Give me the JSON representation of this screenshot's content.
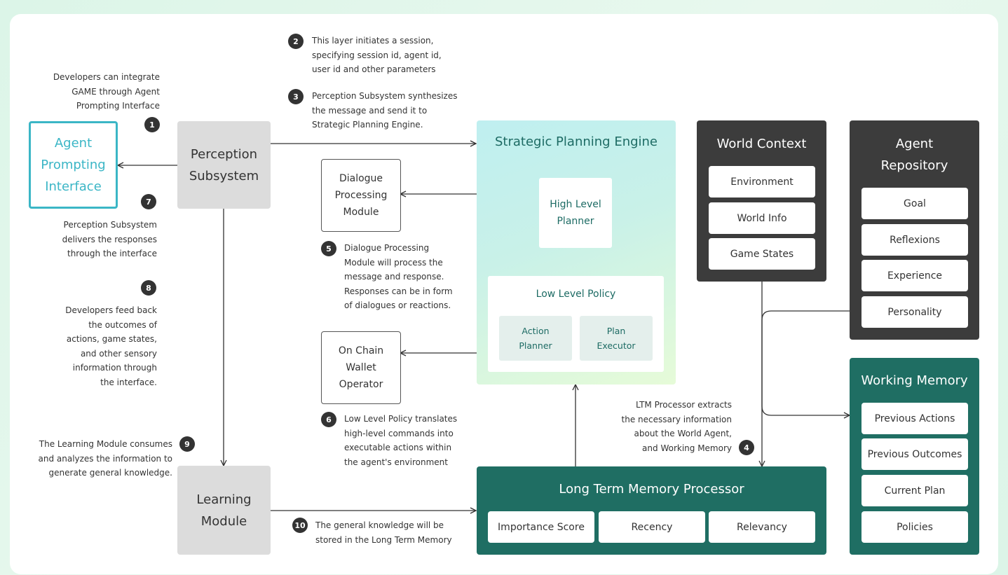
{
  "notes": {
    "n1": "Developers can integrate\nGAME through Agent\nPrompting Interface",
    "n2": "This layer initiates a session,\nspecifying session id, agent id,\nuser id and other parameters",
    "n3": "Perception Subsystem synthesizes\nthe message and send it to\nStrategic Planning Engine.",
    "n4": "LTM Processor extracts\nthe necessary information\nabout the World Agent,\nand Working Memory",
    "n5": "Dialogue Processing\nModule will process the\nmessage and response.\nResponses can be in form\nof dialogues or reactions.",
    "n6": "Low Level Policy translates\nhigh-level commands into\nexecutable actions within\nthe agent's environment",
    "n7": "Perception Subsystem\ndelivers the responses\nthrough the interface",
    "n8": "Developers feed back\nthe outcomes of\nactions, game states,\nand other sensory\ninformation through\nthe interface.",
    "n9": "The Learning Module consumes\nand analyzes the information to\ngenerate general knowledge.",
    "n10": "The general knowledge will be\nstored in the Long Term Memory"
  },
  "badges": {
    "b1": "1",
    "b2": "2",
    "b3": "3",
    "b4": "4",
    "b5": "5",
    "b6": "6",
    "b7": "7",
    "b8": "8",
    "b9": "9",
    "b10": "10"
  },
  "boxes": {
    "agent_prompting_interface": "Agent\nPrompting\nInterface",
    "perception_subsystem": "Perception\nSubsystem",
    "learning_module": "Learning\nModule",
    "dialogue_processing_module": "Dialogue\nProcessing\nModule",
    "on_chain_wallet_operator": "On Chain\nWallet\nOperator"
  },
  "strategic_planning_engine": {
    "title": "Strategic Planning Engine",
    "high_level_planner": "High Level\nPlanner",
    "low_level_policy": "Low Level Policy",
    "action_planner": "Action\nPlanner",
    "plan_executor": "Plan\nExecutor"
  },
  "world_context": {
    "title": "World Context",
    "items": [
      "Environment",
      "World Info",
      "Game States"
    ]
  },
  "agent_repository": {
    "title": "Agent\nRepository",
    "items": [
      "Goal",
      "Reflexions",
      "Experience",
      "Personality"
    ]
  },
  "working_memory": {
    "title": "Working Memory",
    "items": [
      "Previous Actions",
      "Previous Outcomes",
      "Current Plan",
      "Policies"
    ]
  },
  "ltm_processor": {
    "title": "Long Term Memory Processor",
    "items": [
      "Importance Score",
      "Recency",
      "Relevancy"
    ]
  },
  "colors": {
    "page_bg": "#dcf5e8",
    "teal_dark": "#1f6e63",
    "charcoal": "#3c3c3c",
    "cyan_accent": "#3bb6c6",
    "gray_box": "#dcdcdc"
  }
}
